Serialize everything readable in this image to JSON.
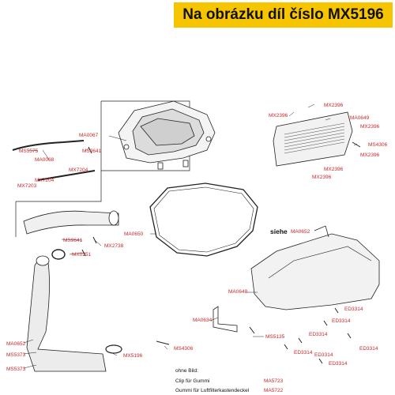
{
  "banner": "Na obrázku díl číslo MX5196",
  "labels": {
    "MA0067": "MA0067",
    "MS5575": "MS5575",
    "MA0068": "MA0068",
    "MS9641a": "MS9641",
    "MX7204a": "MX7204",
    "MX7204b": "MX7204",
    "MX7203": "MX7203",
    "MA0650": "MA0650",
    "MS9641b": "MS9641",
    "MX0251": "MX0251",
    "MX2738": "MX2738",
    "MA0652a": "MA0652",
    "MS5373a": "MS5373",
    "MS5373b": "MS5373",
    "MX5196": "MX5196",
    "MS4306a": "MS4306",
    "MX2396_1": "MX2396",
    "MX2396_2": "MX2396",
    "MA0649": "MA0649",
    "MX2396_3": "MX2396",
    "MS4306b": "MS4306",
    "MX2396_4": "MX2396",
    "MX2396_5": "MX2396",
    "MX2396_6": "MX2396",
    "siehe": "siehe",
    "MA0652b": "MA0652",
    "MA0648": "MA0648",
    "MA0634": "MA0634",
    "MS5135": "MS5135",
    "ED3314_1": "ED3314",
    "ED3314_2": "ED3314",
    "ED3314_3": "ED3314",
    "ED3314_4": "ED3314",
    "ED3314_5": "ED3314",
    "ED3314_6": "ED3314",
    "ED3314_7": "ED3314"
  },
  "footnote": {
    "heading": "ohne Bild:",
    "rows": [
      {
        "desc": "Clip für Gummi",
        "code": "MA5723"
      },
      {
        "desc": "Gummi für Luftfilterkastendeckel",
        "code": "MA5722"
      }
    ]
  },
  "colors": {
    "banner": "#f7c500",
    "label": "#d0262b",
    "line": "#222222"
  }
}
